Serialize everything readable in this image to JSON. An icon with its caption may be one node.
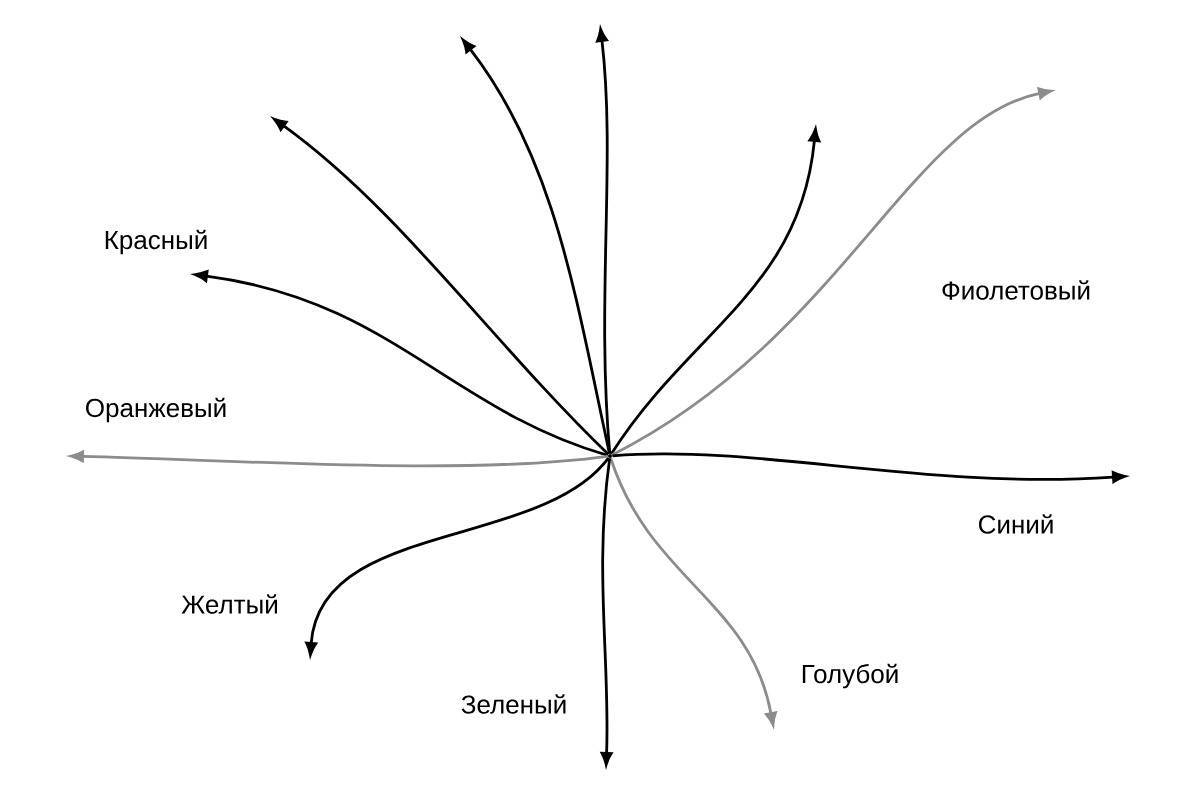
{
  "diagram": {
    "nodes": [
      {
        "text": [],
        "shape": "dot"
      },
      {
        "text": [
          "Красный"
        ]
      },
      {
        "text": [
          "Оранжевый"
        ]
      }
    ],
    "edges": [
      {
        "from": 0,
        "to": 1,
        "arrow": "to"
      },
      {
        "from": 0,
        "to": null,
        "arrow": "to"
      },
      {
        "from": 0,
        "to": null,
        "arrow": "to"
      },
      {
        "from": 0,
        "to": null,
        "arrow": "to"
      },
      {
        "from": 0,
        "to": null,
        "arrow": "to"
      },
      {
        "from": 0,
        "to": null,
        "arrow": "to",
        "color": "#8c8c8c"
      },
      {
        "from": 0,
        "to": null,
        "arrow": "to"
      },
      {
        "from": 0,
        "to": null,
        "arrow": "to",
        "color": "#8c8c8c"
      },
      {
        "from": 0,
        "to": null,
        "arrow": "to"
      },
      {
        "from": 0,
        "to": null,
        "arrow": "to"
      },
      {
        "from": 0,
        "to": 2,
        "arrow": "to",
        "color": "#8c8c8c"
      }
    ],
    "labels": [
      "Фиолетовый",
      "Синий",
      "Желтый",
      "Голубой",
      "Зеленый"
    ]
  }
}
